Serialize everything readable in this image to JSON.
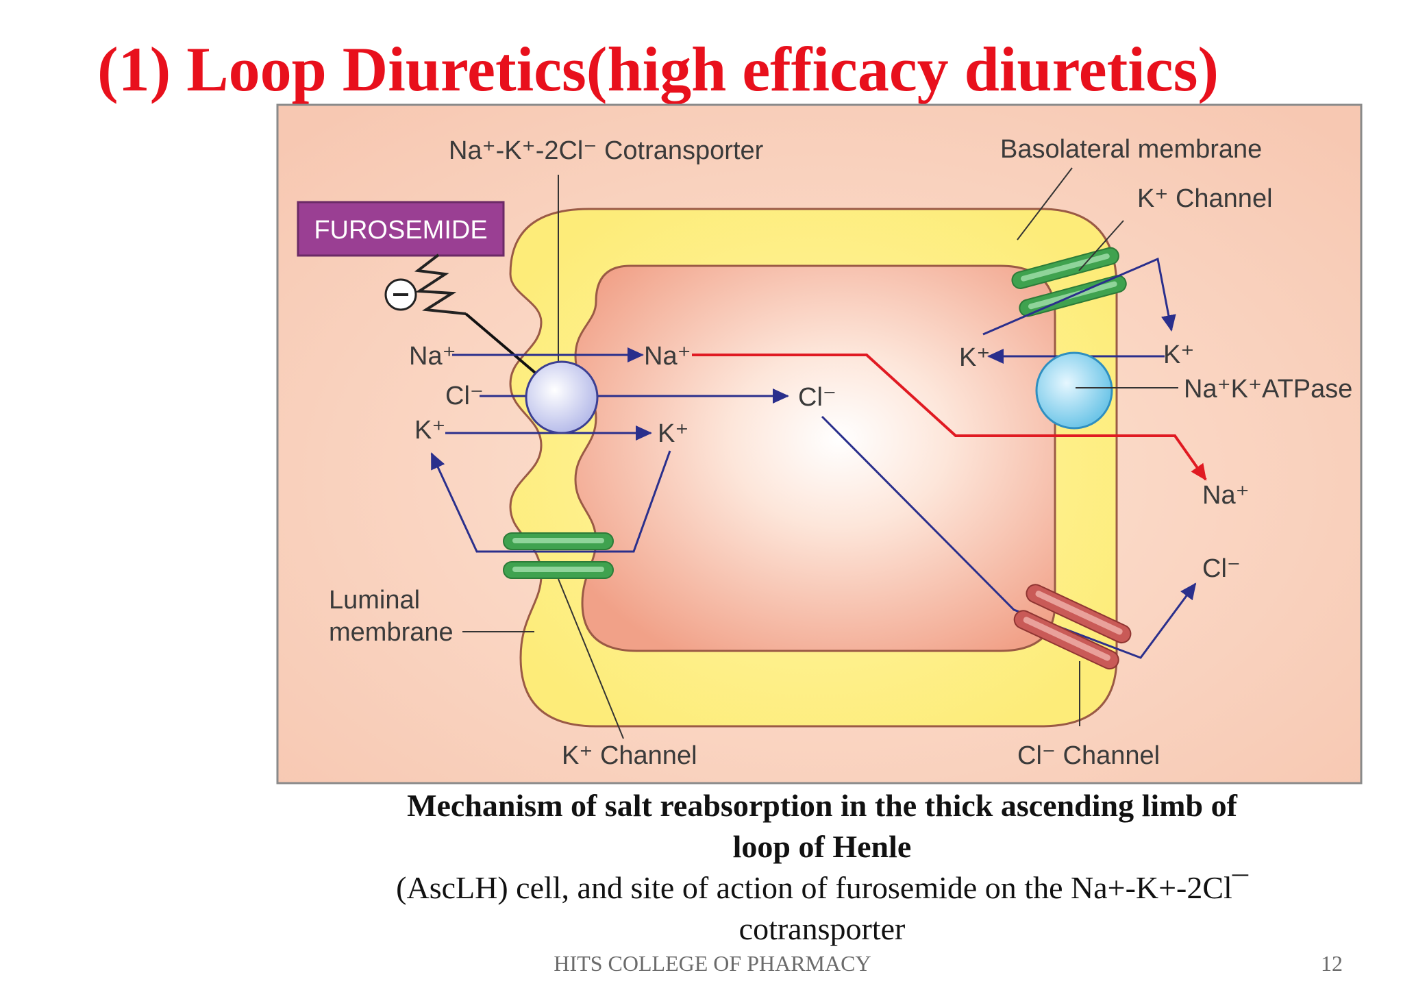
{
  "slide": {
    "title": "(1) Loop Diuretics(high efficacy diuretics)",
    "footer": "HITS COLLEGE OF PHARMACY",
    "page_number": "12"
  },
  "caption": {
    "line1": "Mechanism of salt reabsorption in the thick ascending limb of",
    "line2": "loop of Henle",
    "line3": "(AscLH) cell, and site of action of furosemide on the Na+-K+-2Cl¯",
    "line4": "cotransporter"
  },
  "diagram": {
    "drug_label": "FUROSEMIDE",
    "inhibit_symbol": "⊖",
    "cotransporter_label": "Na⁺-K⁺-2Cl⁻ Cotransporter",
    "basolateral_label": "Basolateral membrane",
    "k_channel_top": "K⁺ Channel",
    "luminal_label_1": "Luminal",
    "luminal_label_2": "membrane",
    "k_channel_bottom": "K⁺ Channel",
    "cl_channel_bottom": "Cl⁻ Channel",
    "atpase_label": "Na⁺K⁺ATPase",
    "ions": {
      "na_lumen": "Na⁺",
      "cl_lumen": "Cl⁻",
      "k_lumen": "K⁺",
      "na_cell": "Na⁺",
      "cl_cell": "Cl⁻",
      "k_cell": "K⁺",
      "k_cell_right": "K⁺",
      "k_blood": "K⁺",
      "na_blood": "Na⁺",
      "cl_blood": "Cl⁻"
    },
    "colors": {
      "title_red": "#e8101c",
      "sodium_path": "#e01a22",
      "ion_path": "#2a2f8c",
      "k_channel": "#3fa24f",
      "cl_channel": "#c95a57",
      "atpase": "#6fc6e8",
      "cotransporter": "#c9ccef",
      "drug_box": "#9a3f93"
    }
  }
}
